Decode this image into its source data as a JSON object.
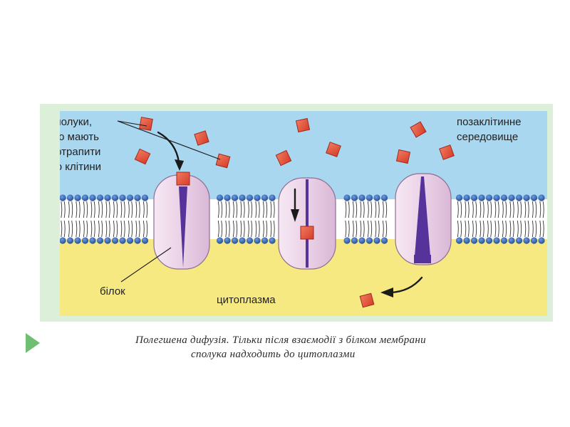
{
  "labels": {
    "compounds": [
      "сполуки,",
      "що мають",
      "потрапити",
      "до клітини"
    ],
    "extracellular": [
      "позаклітинне",
      "середовище"
    ],
    "protein": "білок",
    "cytoplasm": "цитоплазма"
  },
  "caption": {
    "line1": "Полегшена дифузія. Тільки після взаємодії з білком мембрани",
    "line2": "сполука надходить до цитоплазми"
  },
  "colors": {
    "panel_border": "#dcefd9",
    "extracellular": "#a9d7f0",
    "cytoplasm": "#f7e982",
    "lipid_head": "#2f5fa8",
    "protein": "#ecd6e8",
    "channel": "#55339a",
    "molecule": "#e4513a",
    "arrow": "#6fbf73"
  },
  "icons": {
    "next": "play-triangle-icon"
  }
}
